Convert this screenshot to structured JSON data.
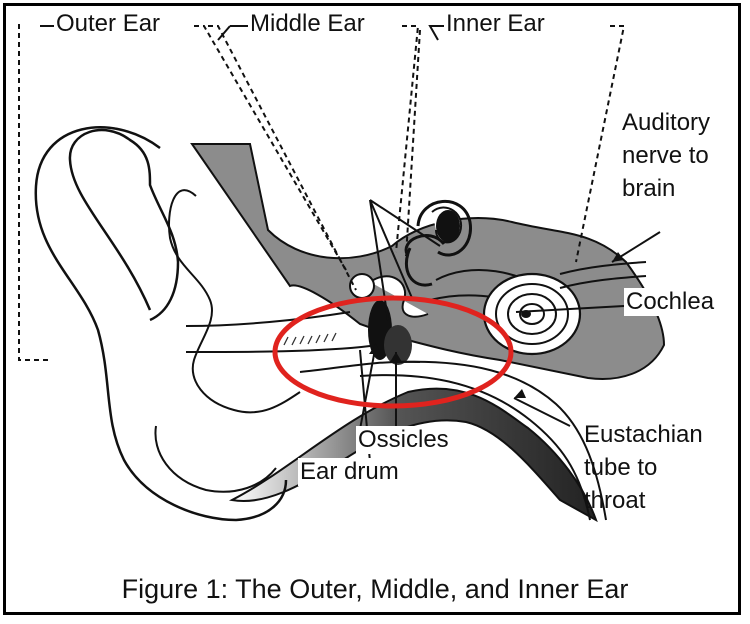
{
  "figure": {
    "caption": "Figure 1: The Outer, Middle, and Inner Ear"
  },
  "regions": {
    "outer_ear": "Outer Ear",
    "middle_ear": "Middle Ear",
    "inner_ear": "Inner Ear"
  },
  "parts": {
    "auditory_nerve": "Auditory nerve to brain",
    "cochlea": "Cochlea",
    "ossicles": "Ossicles",
    "ear_drum": "Ear drum",
    "eustachian_tube": "Eustachian tube to throat"
  },
  "colors": {
    "highlight": "#e0231e",
    "tissue": "#8c8c8c",
    "line": "#111111"
  }
}
